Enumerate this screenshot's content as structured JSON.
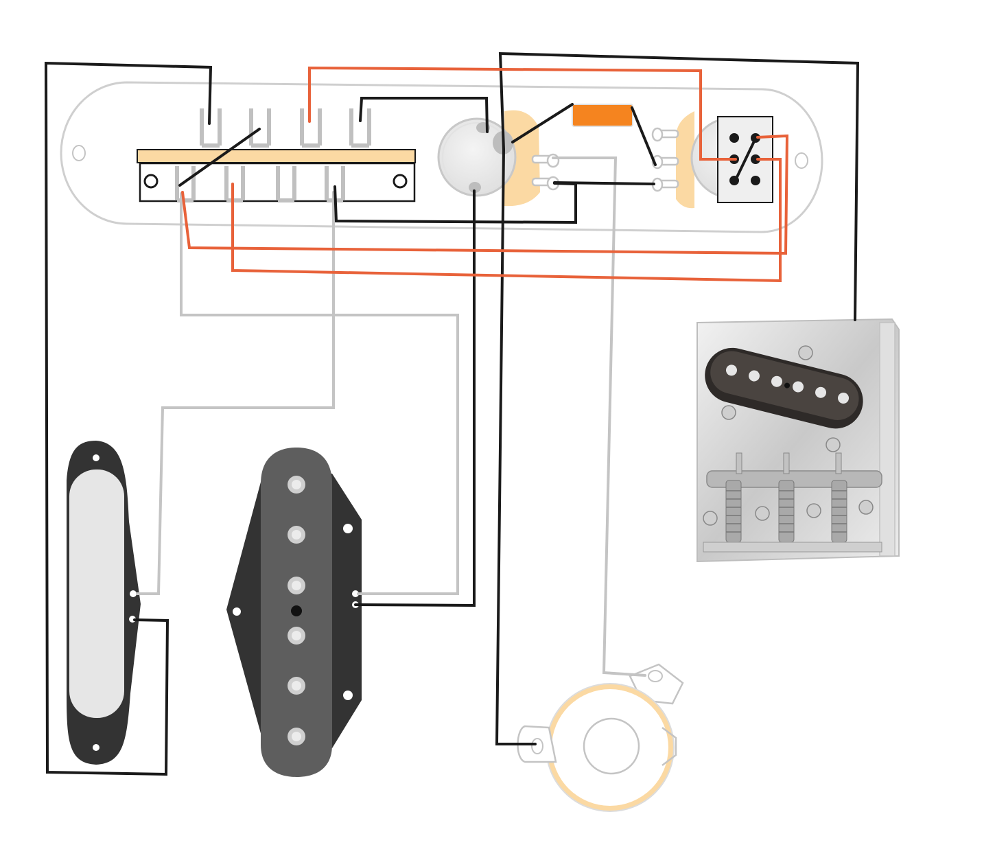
{
  "colors": {
    "background": "#ffffff",
    "wire_black": "#1a1a1a",
    "wire_red": "#e8623a",
    "wire_gray": "#c4c4c4",
    "plate_outline": "#cfcfcf",
    "pot_body": "#fbd9a3",
    "capacitor": "#f5841f",
    "pickup_cover": "#e6e6e6",
    "pickup_dark": "#333333",
    "pickup_gray": "#5e5e5e",
    "chrome": "#d6d6d6"
  },
  "components": [
    {
      "id": "control-plate",
      "icon": "control-plate-outline"
    },
    {
      "id": "selector-switch",
      "icon": "blade-switch-icon"
    },
    {
      "id": "volume-pot",
      "icon": "potentiometer-icon"
    },
    {
      "id": "tone-capacitor",
      "icon": "capacitor-icon"
    },
    {
      "id": "tone-pot",
      "icon": "potentiometer-icon"
    },
    {
      "id": "push-pull-switch",
      "icon": "dpdt-switch-icon"
    },
    {
      "id": "neck-pickup",
      "icon": "single-coil-pickup-icon"
    },
    {
      "id": "bridge-pickup",
      "icon": "bridge-pickup-icon"
    },
    {
      "id": "bridge-plate",
      "icon": "bridge-saddles-icon"
    },
    {
      "id": "output-jack",
      "icon": "output-jack-icon"
    }
  ]
}
